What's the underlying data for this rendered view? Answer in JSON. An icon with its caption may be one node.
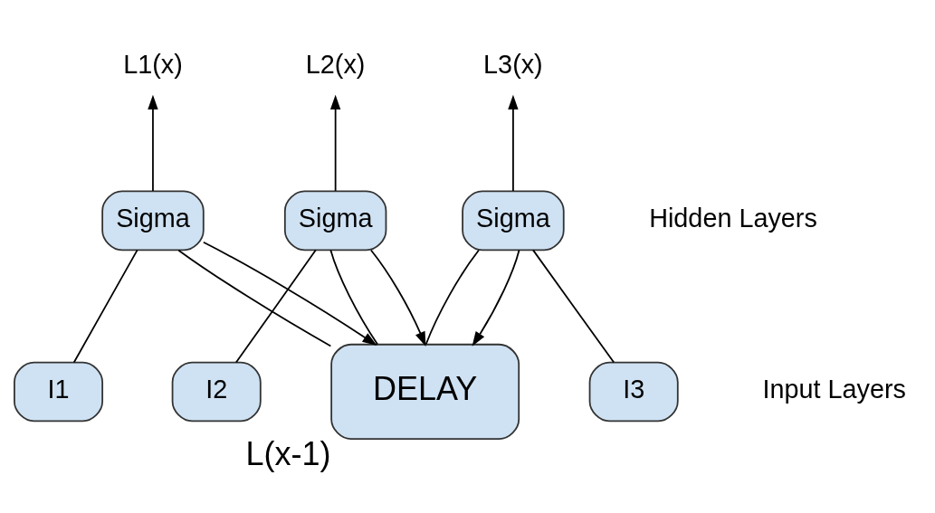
{
  "diagram": {
    "nodes": [
      {
        "text": [
          "DELAY"
        ],
        "beside": [
          "L(x-1)"
        ]
      },
      {
        "text": [
          "Sigma"
        ]
      },
      {
        "text": [
          "Sigma"
        ]
      },
      {
        "text": [
          "Sigma"
        ]
      },
      {
        "text": [
          "I1"
        ]
      },
      {
        "text": [
          "I2"
        ]
      },
      {
        "text": [
          "I3"
        ]
      },
      {
        "text": [
          "L1(x)"
        ]
      },
      {
        "text": [
          "L2(x)"
        ]
      },
      {
        "text": [
          "L3(x)"
        ]
      }
    ],
    "edges": [
      {
        "from": 1,
        "to": 7,
        "arrow": "to"
      },
      {
        "from": 2,
        "to": 8,
        "arrow": "to"
      },
      {
        "from": 3,
        "to": 9,
        "arrow": "to"
      },
      {
        "from": 1,
        "to": 0,
        "arrow": "to"
      },
      {
        "from": 2,
        "to": 0,
        "arrow": "to"
      },
      {
        "from": 3,
        "to": 0,
        "arrow": "to"
      },
      {
        "from": 0,
        "to": 1,
        "arrow": "none"
      },
      {
        "from": 0,
        "to": 2,
        "arrow": "none"
      },
      {
        "from": 0,
        "to": 3,
        "arrow": "none"
      },
      {
        "from": 4,
        "to": 1,
        "arrow": "none"
      },
      {
        "from": 5,
        "to": 2,
        "arrow": "none"
      },
      {
        "from": 6,
        "to": 3,
        "arrow": "none"
      }
    ],
    "labels": [
      "Hidden Layers",
      "Input Layers"
    ]
  }
}
